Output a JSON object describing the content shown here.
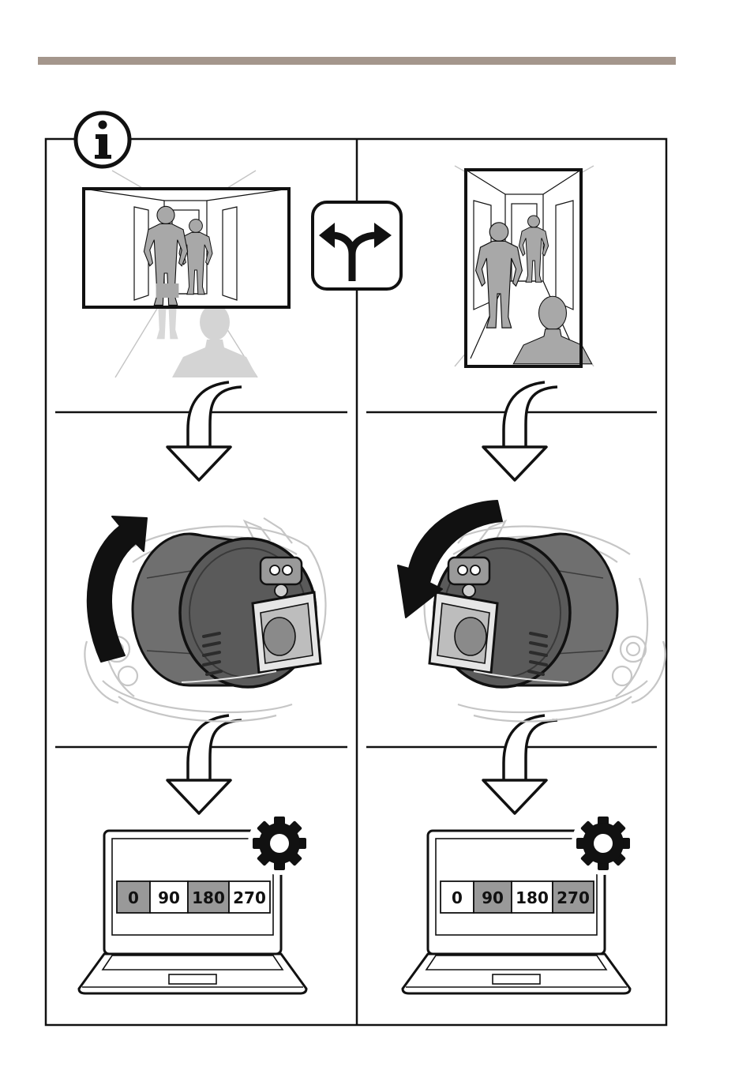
{
  "colors": {
    "header_rule": "#a4968c",
    "line": "#111111",
    "figure": "#a8a8a8",
    "figure_faded": "#d4d4d4",
    "camera_body": "#6f6f6f",
    "camera_dark": "#4f4f4f",
    "selected_cell": "#999999",
    "cell": "#ffffff"
  },
  "icons": {
    "info": "info-icon",
    "split": "split-arrow-icon",
    "step": "curved-down-arrow-icon",
    "rotate_cw": "rotate-clockwise-arrow-icon",
    "rotate_ccw": "rotate-counterclockwise-arrow-icon",
    "settings": "gear-icon",
    "laptop": "laptop-icon",
    "camera": "camera-icon"
  },
  "left": {
    "orientation": "landscape",
    "rotation_direction": "clockwise",
    "rotation_options": [
      {
        "label": "0",
        "selected": true
      },
      {
        "label": "90",
        "selected": false
      },
      {
        "label": "180",
        "selected": true
      },
      {
        "label": "270",
        "selected": false
      }
    ]
  },
  "right": {
    "orientation": "portrait",
    "rotation_direction": "counterclockwise",
    "rotation_options": [
      {
        "label": "0",
        "selected": false
      },
      {
        "label": "90",
        "selected": true
      },
      {
        "label": "180",
        "selected": false
      },
      {
        "label": "270",
        "selected": true
      }
    ]
  }
}
